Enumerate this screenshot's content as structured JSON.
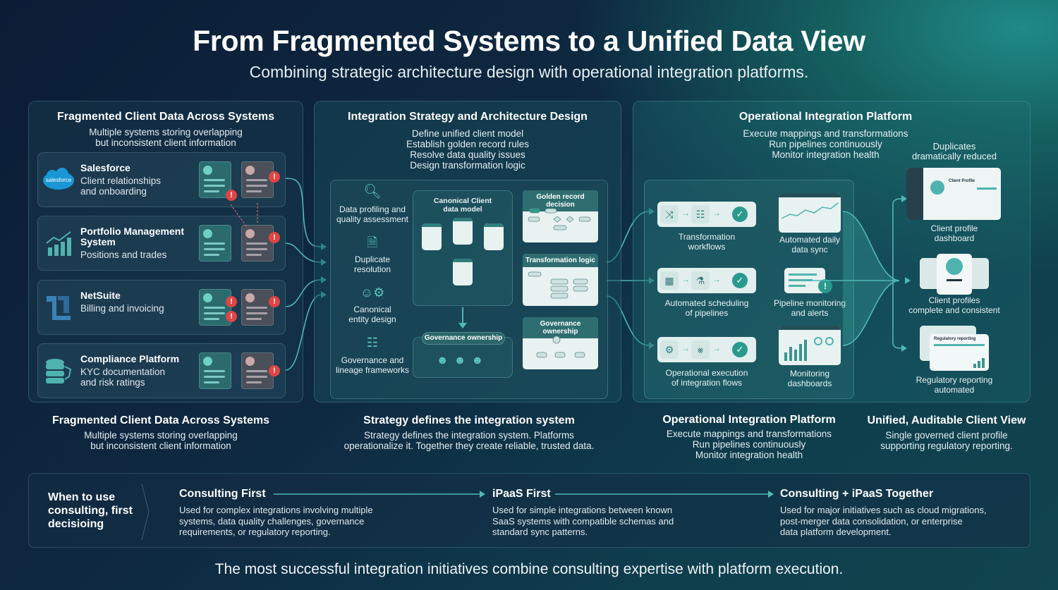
{
  "header": {
    "title": "From Fragmented Systems to a Unified Data View",
    "subtitle": "Combining strategic architecture design with operational integration platforms."
  },
  "left_panel": {
    "title": "Fragmented Client Data Across Systems",
    "subtitle_lines": [
      "Multiple systems storing overlapping",
      "but inconsistent client information"
    ],
    "systems": [
      {
        "name": "Salesforce",
        "desc_lines": [
          "Client relationships",
          "and onboarding"
        ],
        "icon": "salesforce-logo",
        "logo_text": "salesforce"
      },
      {
        "name_lines": [
          "Portfolio Management",
          "System"
        ],
        "desc_lines": [
          "Positions and trades"
        ],
        "icon": "chart-growth-icon"
      },
      {
        "name": "NetSuite",
        "desc_lines": [
          "Billing and invoicing"
        ],
        "icon": "netsuite-logo"
      },
      {
        "name": "Compliance Platform",
        "desc_lines": [
          "KYC documentation",
          "and risk ratings"
        ],
        "icon": "database-icon"
      }
    ],
    "alert_glyph": "!"
  },
  "mid_panel": {
    "title": "Integration Strategy and Architecture Design",
    "subtitle_lines": [
      "Define unified client model",
      "Establish golden record rules",
      "Resolve data quality issues",
      "Design transformation logic"
    ],
    "steps": [
      {
        "label_lines": [
          "Data profiling and",
          "quality assessment"
        ],
        "icon": "magnifier-chart-icon"
      },
      {
        "label_lines": [
          "Duplicate",
          "resolution"
        ],
        "icon": "documents-icon"
      },
      {
        "label_lines": [
          "Canonical",
          "entity design"
        ],
        "icon": "user-gear-icon"
      },
      {
        "label_lines": [
          "Governance and",
          "lineage frameworks"
        ],
        "icon": "hierarchy-icon"
      }
    ],
    "canonical_model": {
      "title_lines": [
        "Canonical Client",
        "data model"
      ]
    },
    "governance_box": {
      "title": "Governance ownership"
    },
    "cards": [
      "Golden record decision",
      "Transformation logic",
      "Governance ownership"
    ]
  },
  "right_panel": {
    "title": "Operational Integration Platform",
    "subtitle_lines": [
      "Execute mappings and transformations",
      "Run pipelines continuously",
      "Monitor integration health"
    ],
    "flows": [
      {
        "label_lines": [
          "Transformation",
          "workflows"
        ],
        "icons": [
          "shuffle-icon",
          "flow-icon"
        ],
        "output_lines": [
          "Automated daily",
          "data sync"
        ]
      },
      {
        "label_lines": [
          "Automated scheduling",
          "of pipelines"
        ],
        "icons": [
          "calendar-icon",
          "pipeline-icon"
        ],
        "output_lines": [
          "Pipeline monitoring",
          "and alerts"
        ]
      },
      {
        "label_lines": [
          "Operational execution",
          "of integration flows"
        ],
        "icons": [
          "gear-icon",
          "integration-icon"
        ],
        "output_lines": [
          "Monitoring",
          "dashboards"
        ]
      }
    ],
    "outcomes_header_lines": [
      "Duplicates",
      "dramatically reduced"
    ],
    "outcomes": [
      {
        "label_lines": [
          "Client profile",
          "dashboard"
        ],
        "card_title": "Client Profile"
      },
      {
        "label_lines": [
          "Client profiles",
          "complete and consistent"
        ]
      },
      {
        "label_lines": [
          "Regulatory reporting",
          "automated"
        ],
        "card_title": "Regulatory reporting"
      }
    ]
  },
  "summaries": [
    {
      "title": "Fragmented Client Data Across Systems",
      "lines": [
        "Multiple systems storing overlapping",
        "but inconsistent client information"
      ]
    },
    {
      "title": "Strategy defines the integration system",
      "lines": [
        "Strategy defines the integration system. Platforms",
        "operationalize it. Together they create reliable, trusted data."
      ]
    },
    {
      "title": "Operational Integration Platform",
      "lines": [
        "Execute mappings and transformations",
        "Run pipelines continuously",
        "Monitor integration health"
      ]
    },
    {
      "title": "Unified, Auditable Client View",
      "lines": [
        "Single governed client profile",
        "supporting regulatory reporting."
      ]
    }
  ],
  "decision": {
    "label_lines": [
      "When to use",
      "consulting, first",
      "decisioing"
    ],
    "options": [
      {
        "title": "Consulting First",
        "lines": [
          "Used for complex integrations involving multiple",
          "systems, data quality challenges, governance",
          "requirements, or regulatory reporting."
        ]
      },
      {
        "title": "iPaaS First",
        "lines": [
          "Used for simple integrations between known",
          "SaaS systems with compatible schemas and",
          "standard sync patterns."
        ]
      },
      {
        "title": "Consulting + iPaaS Together",
        "lines": [
          "Used for major initiatives such as cloud migrations,",
          "post-merger data consolidation, or enterprise",
          "data platform development."
        ]
      }
    ]
  },
  "footer": "The most successful integration initiatives combine consulting expertise with platform execution.",
  "colors": {
    "accent": "#3fb8ad",
    "alert": "#e04545",
    "bg_dark": "#0c1c35",
    "bg_teal": "#1f8a87"
  }
}
